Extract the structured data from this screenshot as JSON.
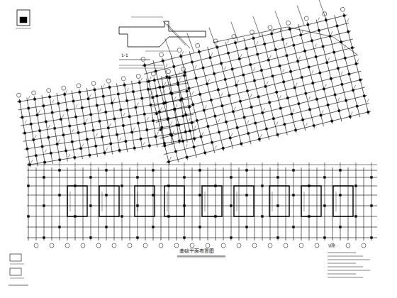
{
  "diagram": {
    "title": "基础平面布置图",
    "labels": [
      "1-1",
      "说明："
    ]
  }
}
